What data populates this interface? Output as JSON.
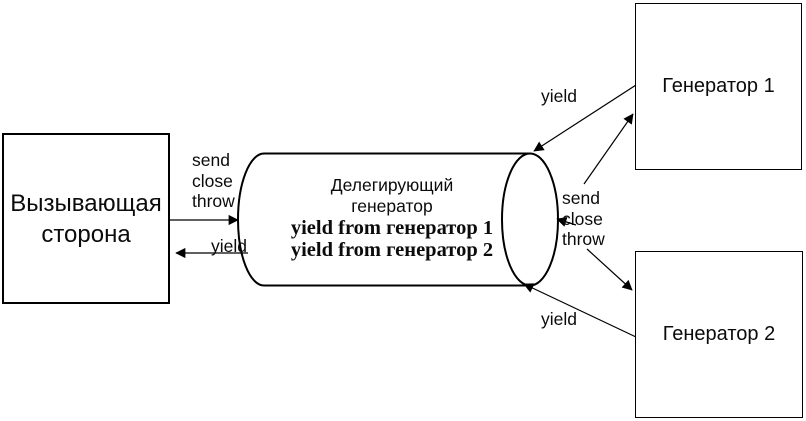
{
  "diagram": {
    "caller": {
      "label": "Вызывающая сторона"
    },
    "delegating_generator": {
      "title_lines": [
        "Делегирующий",
        "генератор"
      ],
      "code_lines": [
        "yield from генератор 1",
        "yield from генератор 2"
      ]
    },
    "generator1": {
      "label": "Генератор 1"
    },
    "generator2": {
      "label": "Генератор 2"
    },
    "edge_labels": {
      "caller_to_delegating": [
        "send",
        "close",
        "throw"
      ],
      "delegating_to_caller_yield": "yield",
      "delegating_to_generators": [
        "send",
        "close",
        "throw"
      ],
      "generator1_yield": "yield",
      "generator2_yield": "yield"
    },
    "colors": {
      "stroke": "#000000",
      "background": "#ffffff"
    }
  }
}
